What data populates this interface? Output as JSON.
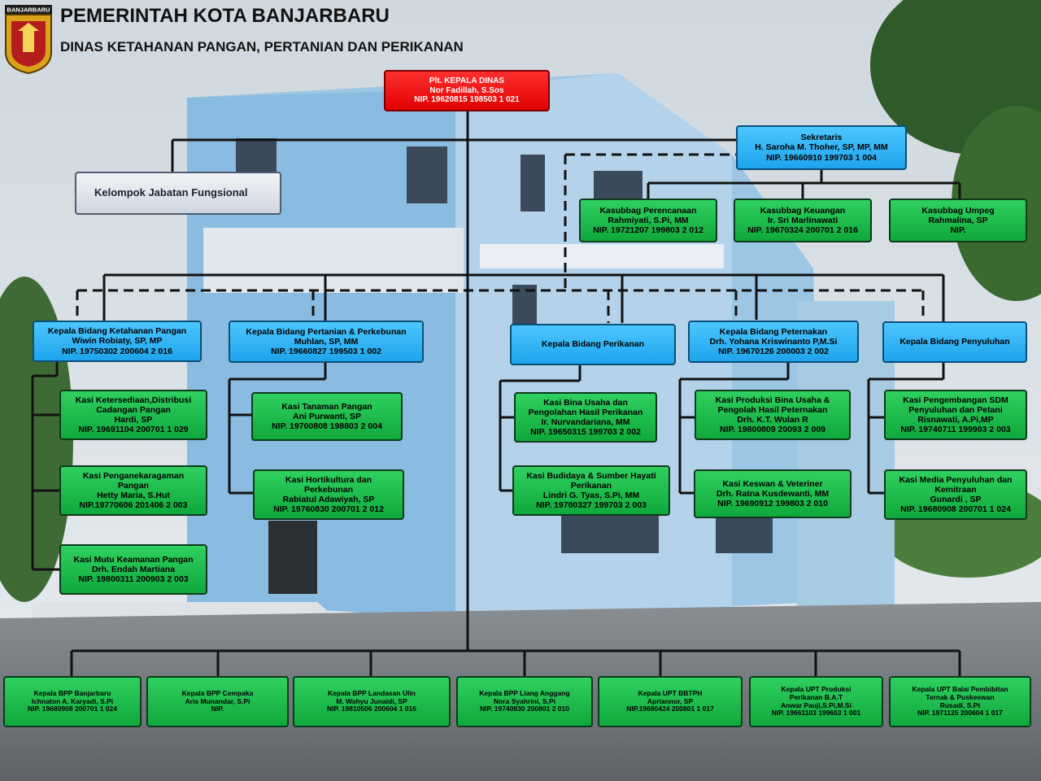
{
  "header": {
    "logo_text": "BANJARBARU",
    "title": "PEMERINTAH KOTA BANJARBARU",
    "subtitle": "DINAS KETAHANAN PANGAN, PERTANIAN DAN PERIKANAN"
  },
  "head": {
    "lines": [
      "Plt. KEPALA DINAS",
      "Nor Fadillah, S.Sos",
      "NIP. 19620815 198503 1 021"
    ]
  },
  "functional_group": {
    "label": "Kelompok Jabatan Fungsional"
  },
  "secretary": {
    "lines": [
      "Sekretaris",
      "H. Saroha M. Thoher, SP, MP, MM",
      "NIP. 19660910 199703 1 004"
    ]
  },
  "subdivisions": [
    {
      "lines": [
        "Kasubbag Perencanaan",
        "Rahmiyati, S.Pi, MM",
        "NIP. 19721207 199803 2 012"
      ]
    },
    {
      "lines": [
        "Kasubbag Keuangan",
        "Ir. Sri Marlinawati",
        "NIP. 19670324 200701 2 016"
      ]
    },
    {
      "lines": [
        "Kasubbag Umpeg",
        "Rahmalina, SP",
        "NIP."
      ]
    }
  ],
  "departments": [
    {
      "lines": [
        "Kepala Bidang  Ketahanan Pangan",
        "Wiwin Robiaty, SP, MP",
        "NIP. 19750302 200604 2 016"
      ]
    },
    {
      "lines": [
        "Kepala Bidang  Pertanian  & Perkebunan",
        "Muhlan, SP, MM",
        "NIP. 19660827 199503 1 002"
      ]
    },
    {
      "lines": [
        "Kepala Bidang Perikanan"
      ]
    },
    {
      "lines": [
        "Kepala Bidang  Peternakan",
        "Drh. Yohana Kriswinanto P,M.Si",
        "NIP. 19670126 200003 2 002"
      ]
    },
    {
      "lines": [
        "Kepala Bidang Penyuluhan"
      ]
    }
  ],
  "sections": {
    "ketahanan": [
      {
        "lines": [
          "Kasi  Ketersediaan,Distribusi",
          "Cadangan Pangan",
          "Hardi, SP",
          "NIP. 19691104 200701 1 029"
        ]
      },
      {
        "lines": [
          "Kasi  Penganekaragaman",
          "Pangan",
          "Hetty Maria, S.Hut",
          "NIP.19770606 201406 2 003"
        ]
      },
      {
        "lines": [
          "Kasi  Mutu Keamanan Pangan",
          "Drh. Endah Martiana",
          "NIP. 19800311 200903 2 003"
        ]
      }
    ],
    "pertanian": [
      {
        "lines": [
          "Kasi Tanaman Pangan",
          "Ani Purwanti, SP",
          "NIP. 19700808 198803 2 004"
        ]
      },
      {
        "lines": [
          "Kasi  Hortikultura dan",
          "Perkebunan",
          "Rabiatul Adawiyah, SP",
          "NIP. 19760830 200701 2 012"
        ]
      }
    ],
    "perikanan": [
      {
        "lines": [
          "Kasi Bina Usaha dan",
          "Pengolahan Hasil Perikanan",
          "Ir. Nurvandariana, MM",
          "NIP. 19650315 199703 2 002"
        ]
      },
      {
        "lines": [
          "Kasi Budidaya & Sumber Hayati",
          "Perikanan",
          "Lindri G. Tyas, S.Pi, MM",
          "NIP. 19700327 199703 2 003"
        ]
      }
    ],
    "peternakan": [
      {
        "lines": [
          "Kasi Produksi Bina Usaha &",
          "Pengolah Hasil Peternakan",
          "Drh. K.T. Wulan R",
          "NIP. 19800809 20093 2 009"
        ]
      },
      {
        "lines": [
          "Kasi Keswan & Veteriner",
          "Drh. Ratna Kusdewanti, MM",
          "NIP. 19690912 199803 2 010"
        ]
      }
    ],
    "penyuluhan": [
      {
        "lines": [
          "Kasi Pengembangan SDM",
          "Penyuluhan dan Petani",
          "Risnawati, A.Pi,MP",
          "NIP. 19740711 199903 2 003"
        ]
      },
      {
        "lines": [
          "Kasi Media Penyuluhan dan",
          "Kemitraan",
          "Gunardi , SP",
          "NIP. 19680908 200701 1 024"
        ]
      }
    ]
  },
  "units": [
    {
      "lines": [
        "Kepala  BPP Banjarbaru",
        "Ichnaton A. Karyadi, S.Pi",
        "NIP. 19680908 200701 1 024"
      ]
    },
    {
      "lines": [
        "Kepala BPP Cempaka",
        "Aris Munandar, S.Pi",
        "NIP."
      ]
    },
    {
      "lines": [
        "Kepala BPP Landasan  Ulin",
        "M. Wahyu Junaidi, SP",
        "NIP. 19810506 200604 1 016"
      ]
    },
    {
      "lines": [
        "Kepala BPP Liang Anggang",
        "Nora Syahrini, S.Pi",
        "NIP. 19740830 200801 2 010"
      ]
    },
    {
      "lines": [
        "Kepala UPT  BBTPH",
        "Apriannor, SP",
        "NIP.19680424 200801 1 017"
      ]
    },
    {
      "lines": [
        "Kepala UPT Produksi",
        "Perikanan B.A.T",
        "Anwar Pauji,S.Pi,M.Si",
        "NIP. 19661103 199603 1 001"
      ]
    },
    {
      "lines": [
        "Kepala  UPT Balai Pembibitan",
        "Ternak & Puskeswan",
        "Rusadi, S.Pt",
        "NIP. 1971125 200604 1 017"
      ]
    }
  ],
  "colors": {
    "head": "#e00000",
    "department": "#1ea4ec",
    "section": "#10a83c",
    "building_wall": "#7fb7dc"
  }
}
